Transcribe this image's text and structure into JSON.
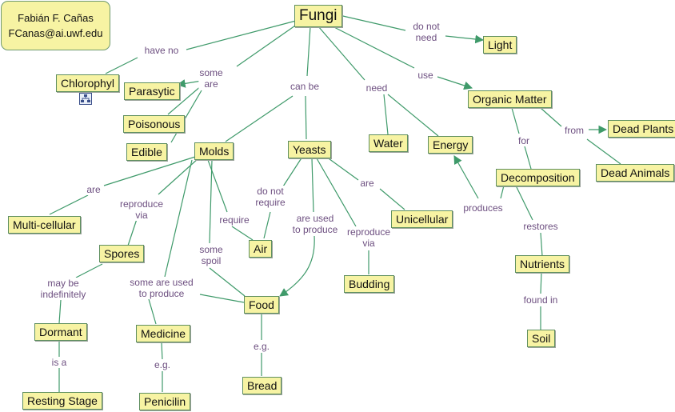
{
  "author": {
    "name": "Fabián F. Cañas",
    "email": "FCanas@ai.uwf.edu"
  },
  "nodes": {
    "fungi": "Fungi",
    "light": "Light",
    "chlorophyl": "Chlorophyl",
    "parasytic": "Parasytic",
    "poisonous": "Poisonous",
    "edible": "Edible",
    "molds": "Molds",
    "yeasts": "Yeasts",
    "water": "Water",
    "energy": "Energy",
    "organic_matter": "Organic Matter",
    "dead_plants": "Dead Plants",
    "dead_animals": "Dead Animals",
    "decomposition": "Decomposition",
    "multi_cellular": "Multi-cellular",
    "spores": "Spores",
    "air": "Air",
    "unicellular": "Unicellular",
    "dormant": "Dormant",
    "resting_stage": "Resting Stage",
    "medicine": "Medicine",
    "penicilin": "Penicilin",
    "food": "Food",
    "bread": "Bread",
    "budding": "Budding",
    "nutrients": "Nutrients",
    "soil": "Soil"
  },
  "links": {
    "have_no": "have no",
    "some_are": "some\nare",
    "can_be": "can be",
    "need": "need",
    "use": "use",
    "do_not_need": "do not\nneed",
    "from": "from",
    "for": "for",
    "produces": "produces",
    "restores": "restores",
    "found_in": "found in",
    "are_molds": "are",
    "reproduce_via_molds": "reproduce\nvia",
    "require": "require",
    "some_spoil": "some\nspoil",
    "some_are_used_to_produce": "some are used\nto produce",
    "do_not_require": "do not\nrequire",
    "are_used_to_produce": "are used\nto produce",
    "reproduce_via_yeasts": "reproduce\nvia",
    "are_yeasts": "are",
    "may_be_indefinitely": "may be\nindefinitely",
    "is_a": "is a",
    "eg_medicine": "e.g.",
    "eg_food": "e.g."
  },
  "colors": {
    "node_fill": "#f7f3a3",
    "node_border": "#5f8f5f",
    "line": "#3f9a6a",
    "label_text": "#6d4f80"
  }
}
